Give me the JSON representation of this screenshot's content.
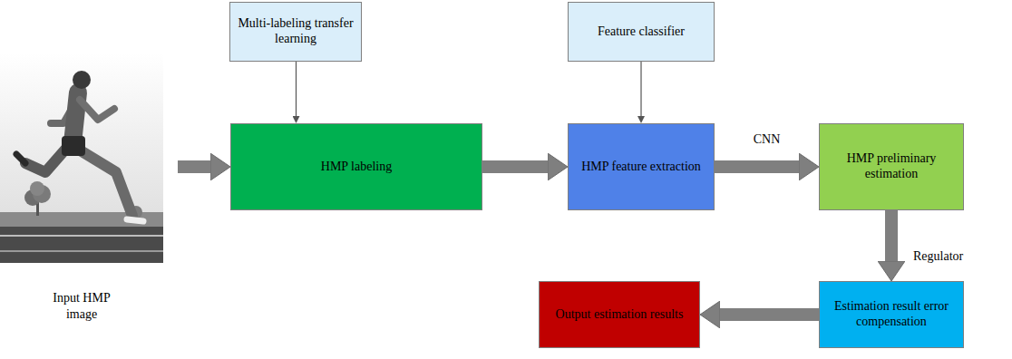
{
  "diagram": {
    "nodes": [
      {
        "text": [
          "Input HMP image"
        ]
      },
      {
        "text": [
          "Multi-labeling transfer learning"
        ]
      },
      {
        "text": [
          "HMP labeling"
        ]
      },
      {
        "text": [
          "Feature classifier"
        ]
      },
      {
        "text": [
          "HMP feature extraction"
        ]
      },
      {
        "text": [
          "HMP preliminary estimation"
        ]
      },
      {
        "text": [
          "Estimation result error compensation"
        ]
      },
      {
        "text": [
          "Output estimation results"
        ]
      }
    ],
    "edges": [
      {
        "from": 0,
        "to": 2,
        "arrow": "to"
      },
      {
        "from": 1,
        "to": 2,
        "arrow": "to"
      },
      {
        "from": 2,
        "to": 4,
        "arrow": "to"
      },
      {
        "from": 3,
        "to": 4,
        "arrow": "to"
      },
      {
        "from": 4,
        "to": 5,
        "label": "CNN",
        "arrow": "to"
      },
      {
        "from": 5,
        "to": 6,
        "label": "Regulator",
        "arrow": "to"
      },
      {
        "from": 6,
        "to": 7,
        "arrow": "to"
      }
    ]
  }
}
